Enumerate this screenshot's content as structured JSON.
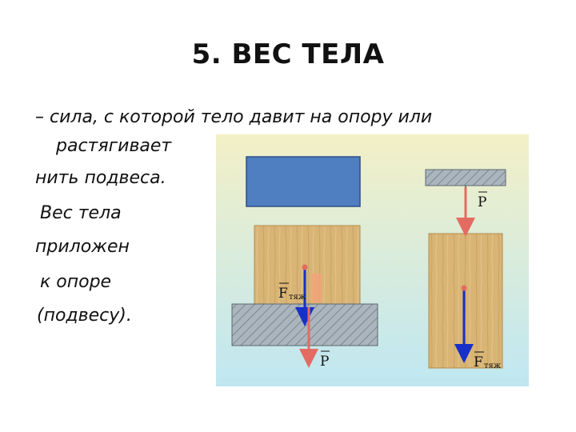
{
  "slide": {
    "title": "5. ВЕС   ТЕЛА",
    "definition_lines": [
      "– сила, с которой тело давит на опору или",
      "растягивает",
      "нить подвеса.",
      "Вес тела",
      "приложен",
      "к опоре",
      "(подвесу)."
    ]
  },
  "figure": {
    "labels": {
      "gravity_left": "F",
      "gravity_left_sub": "тяж",
      "weight_left": "P",
      "weight_right": "P",
      "gravity_right": "F",
      "gravity_right_sub": "тяж"
    },
    "colors": {
      "background_top": "#f3f0c6",
      "background_bottom": "#bfe7f2",
      "blue_block": "#4f7fc0",
      "wood": "#d9b575",
      "hatch_fill": "#a9b4bc",
      "gravity_arrow": "#1730c8",
      "weight_arrow": "#e46b62"
    }
  }
}
